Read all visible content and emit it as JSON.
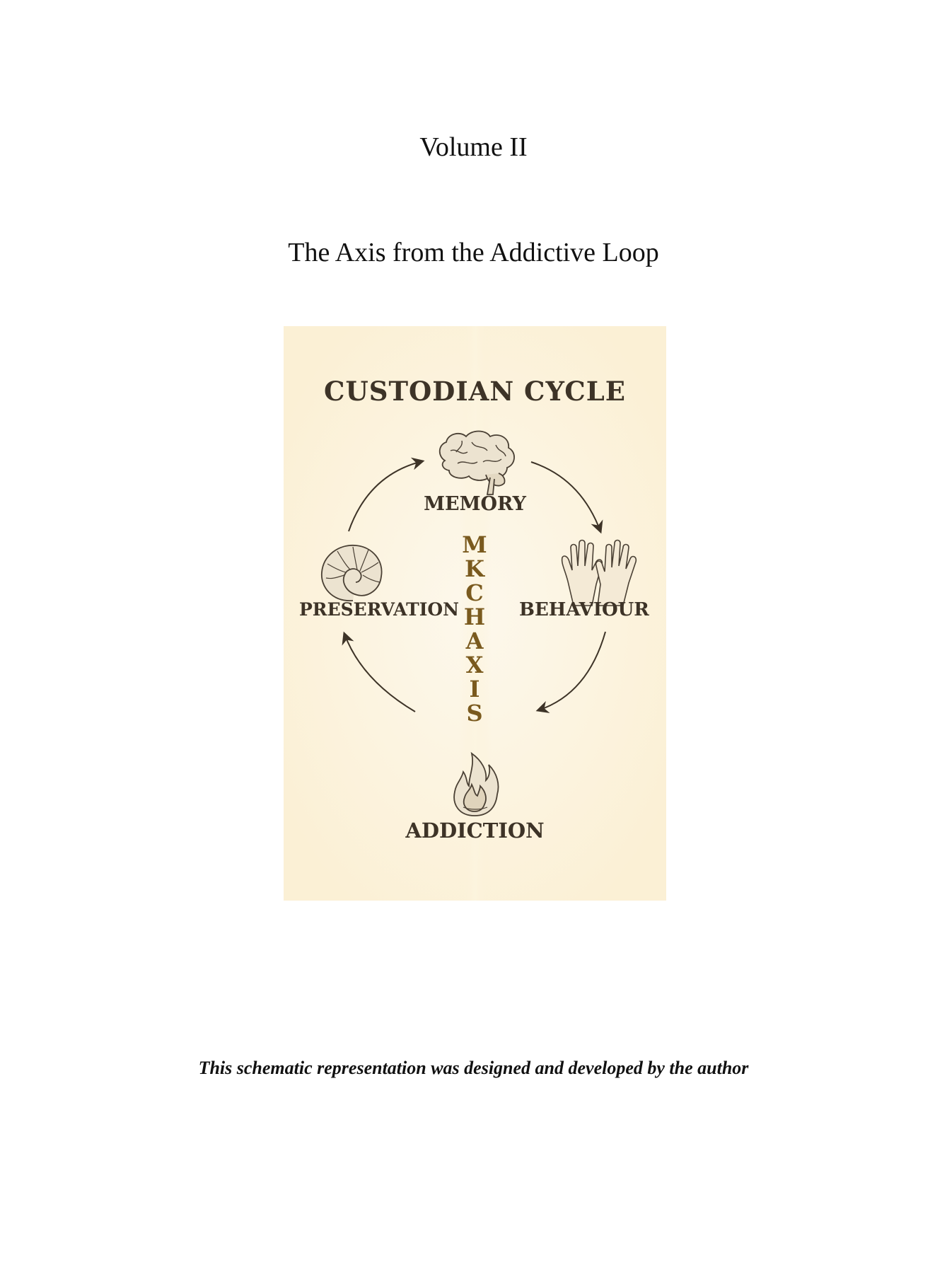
{
  "page": {
    "volume": "Volume II",
    "subtitle": "The Axis from the Addictive Loop",
    "footer": "This schematic representation was designed and developed by the author"
  },
  "diagram": {
    "title": "CUSTODIAN CYCLE",
    "nodes": {
      "memory": {
        "label": "MEMORY",
        "icon": "brain-icon"
      },
      "behaviour": {
        "label": "BEHAVIOUR",
        "icon": "hands-icon"
      },
      "addiction": {
        "label": "ADDICTION",
        "icon": "flame-icon"
      },
      "preservation": {
        "label": "PRESERVATION",
        "icon": "shell-icon"
      }
    },
    "axis_letters": [
      "M",
      "K",
      "C",
      "H",
      "A",
      "X",
      "I",
      "S"
    ],
    "colors": {
      "background": "#fbf0d5",
      "text": "#3d3327",
      "axis": "#7a5a1e"
    }
  }
}
